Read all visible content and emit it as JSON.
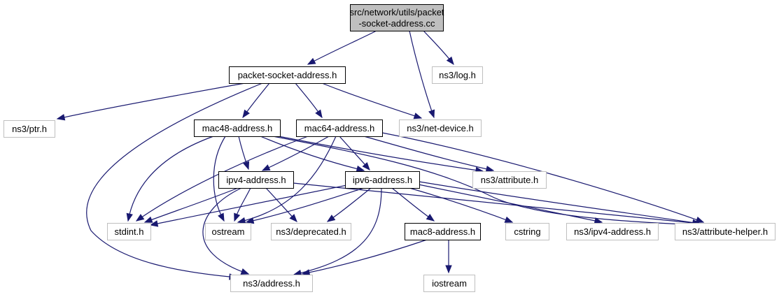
{
  "title": "src/network/utils/packet-socket-address.cc",
  "colors": {
    "edge": "#191970",
    "root_fill": "#bfbfbf",
    "root_border": "#000000",
    "documented_border": "#000000",
    "external_border": "#bfbfbf",
    "node_fill": "#ffffff"
  },
  "nodes": [
    {
      "id": "root",
      "lines": [
        "src/network/utils/packet",
        "-socket-address.cc"
      ],
      "kind": "root"
    },
    {
      "id": "packet-socket-address-h",
      "lines": [
        "packet-socket-address.h"
      ],
      "kind": "documented"
    },
    {
      "id": "ns3-log-h",
      "lines": [
        "ns3/log.h"
      ],
      "kind": "external"
    },
    {
      "id": "ns3-ptr-h",
      "lines": [
        "ns3/ptr.h"
      ],
      "kind": "external"
    },
    {
      "id": "mac48-address-h",
      "lines": [
        "mac48-address.h"
      ],
      "kind": "documented"
    },
    {
      "id": "mac64-address-h",
      "lines": [
        "mac64-address.h"
      ],
      "kind": "documented"
    },
    {
      "id": "ns3-net-device-h",
      "lines": [
        "ns3/net-device.h"
      ],
      "kind": "external"
    },
    {
      "id": "ipv4-address-h",
      "lines": [
        "ipv4-address.h"
      ],
      "kind": "documented"
    },
    {
      "id": "ipv6-address-h",
      "lines": [
        "ipv6-address.h"
      ],
      "kind": "documented"
    },
    {
      "id": "ns3-attribute-h",
      "lines": [
        "ns3/attribute.h"
      ],
      "kind": "external"
    },
    {
      "id": "stdint-h",
      "lines": [
        "stdint.h"
      ],
      "kind": "external"
    },
    {
      "id": "ostream",
      "lines": [
        "ostream"
      ],
      "kind": "external"
    },
    {
      "id": "ns3-deprecated-h",
      "lines": [
        "ns3/deprecated.h"
      ],
      "kind": "external"
    },
    {
      "id": "mac8-address-h",
      "lines": [
        "mac8-address.h"
      ],
      "kind": "documented"
    },
    {
      "id": "cstring",
      "lines": [
        "cstring"
      ],
      "kind": "external"
    },
    {
      "id": "ns3-ipv4-address-h",
      "lines": [
        "ns3/ipv4-address.h"
      ],
      "kind": "external"
    },
    {
      "id": "ns3-attribute-helper-h",
      "lines": [
        "ns3/attribute-helper.h"
      ],
      "kind": "external"
    },
    {
      "id": "ns3-address-h",
      "lines": [
        "ns3/address.h"
      ],
      "kind": "external"
    },
    {
      "id": "iostream",
      "lines": [
        "iostream"
      ],
      "kind": "external"
    }
  ],
  "edges": [
    {
      "from": "root",
      "to": "packet-socket-address-h"
    },
    {
      "from": "root",
      "to": "ns3-log-h"
    },
    {
      "from": "root",
      "to": "ns3-net-device-h"
    },
    {
      "from": "packet-socket-address-h",
      "to": "ns3-ptr-h"
    },
    {
      "from": "packet-socket-address-h",
      "to": "mac48-address-h"
    },
    {
      "from": "packet-socket-address-h",
      "to": "mac64-address-h"
    },
    {
      "from": "packet-socket-address-h",
      "to": "ns3-net-device-h"
    },
    {
      "from": "packet-socket-address-h",
      "to": "ns3-address-h"
    },
    {
      "from": "mac48-address-h",
      "to": "ipv4-address-h"
    },
    {
      "from": "mac48-address-h",
      "to": "ipv6-address-h"
    },
    {
      "from": "mac48-address-h",
      "to": "ns3-attribute-h"
    },
    {
      "from": "mac48-address-h",
      "to": "stdint-h"
    },
    {
      "from": "mac48-address-h",
      "to": "ostream"
    },
    {
      "from": "mac48-address-h",
      "to": "ns3-attribute-helper-h"
    },
    {
      "from": "mac64-address-h",
      "to": "ipv4-address-h"
    },
    {
      "from": "mac64-address-h",
      "to": "ipv6-address-h"
    },
    {
      "from": "mac64-address-h",
      "to": "ns3-attribute-h"
    },
    {
      "from": "mac64-address-h",
      "to": "stdint-h"
    },
    {
      "from": "mac64-address-h",
      "to": "ostream"
    },
    {
      "from": "mac64-address-h",
      "to": "ns3-attribute-helper-h"
    },
    {
      "from": "ipv4-address-h",
      "to": "stdint-h"
    },
    {
      "from": "ipv4-address-h",
      "to": "ostream"
    },
    {
      "from": "ipv4-address-h",
      "to": "ns3-deprecated-h"
    },
    {
      "from": "ipv4-address-h",
      "to": "ns3-address-h"
    },
    {
      "from": "ipv4-address-h",
      "to": "ns3-attribute-helper-h"
    },
    {
      "from": "ipv6-address-h",
      "to": "stdint-h"
    },
    {
      "from": "ipv6-address-h",
      "to": "ostream"
    },
    {
      "from": "ipv6-address-h",
      "to": "ns3-deprecated-h"
    },
    {
      "from": "ipv6-address-h",
      "to": "mac8-address-h"
    },
    {
      "from": "ipv6-address-h",
      "to": "cstring"
    },
    {
      "from": "ipv6-address-h",
      "to": "ns3-ipv4-address-h"
    },
    {
      "from": "ipv6-address-h",
      "to": "ns3-attribute-helper-h"
    },
    {
      "from": "ipv6-address-h",
      "to": "ns3-address-h"
    },
    {
      "from": "mac8-address-h",
      "to": "ns3-address-h"
    },
    {
      "from": "mac8-address-h",
      "to": "iostream"
    }
  ]
}
